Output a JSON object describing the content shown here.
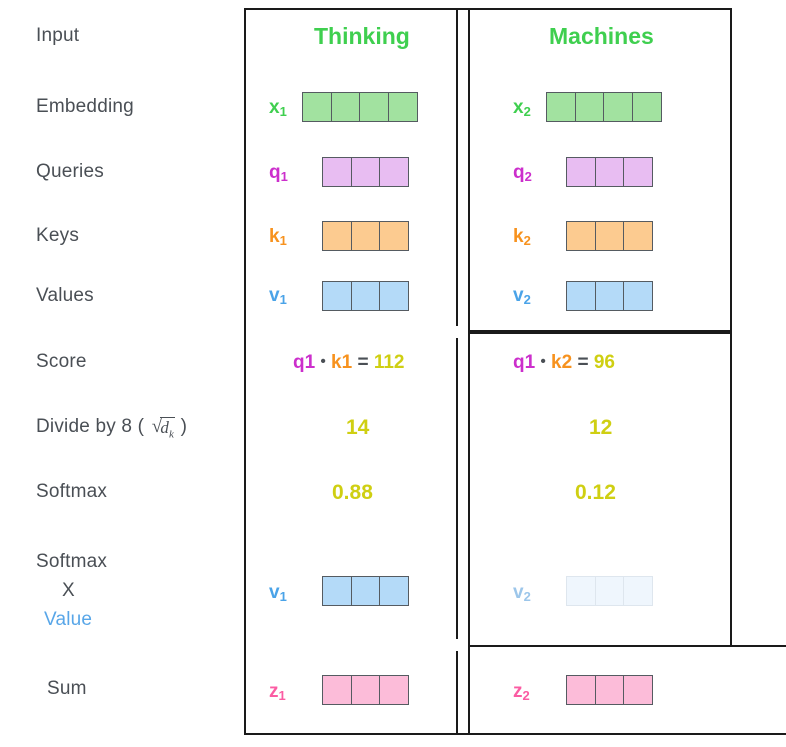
{
  "diagram": {
    "title": "self-attention-calculation",
    "columns": [
      {
        "word": "Thinking"
      },
      {
        "word": "Machines"
      }
    ],
    "rows": [
      {
        "key": "input",
        "label": "Input"
      },
      {
        "key": "embedding",
        "label": "Embedding"
      },
      {
        "key": "queries",
        "label": "Queries"
      },
      {
        "key": "keys",
        "label": "Keys"
      },
      {
        "key": "values",
        "label": "Values"
      },
      {
        "key": "score",
        "label": "Score"
      },
      {
        "key": "divide",
        "label": "Divide by 8 ("
      },
      {
        "key": "softmax",
        "label": "Softmax"
      },
      {
        "key": "softmax_value",
        "label": "Softmax"
      },
      {
        "key": "sum",
        "label": "Sum"
      }
    ],
    "divide_label": {
      "prefix": "Divide by 8 (",
      "radical": "√",
      "radicand_base": "d",
      "radicand_sub": "k",
      "suffix": ")"
    },
    "softmax_value_label": {
      "line1": "Softmax",
      "line2": "X",
      "line3": "Value"
    },
    "vectors": {
      "x1": {
        "name": "x",
        "index": "1",
        "cells": 4,
        "color": "green"
      },
      "x2": {
        "name": "x",
        "index": "2",
        "cells": 4,
        "color": "green"
      },
      "q1": {
        "name": "q",
        "index": "1",
        "cells": 3,
        "color": "purple"
      },
      "q2": {
        "name": "q",
        "index": "2",
        "cells": 3,
        "color": "purple"
      },
      "k1": {
        "name": "k",
        "index": "1",
        "cells": 3,
        "color": "orange"
      },
      "k2": {
        "name": "k",
        "index": "2",
        "cells": 3,
        "color": "orange"
      },
      "v1": {
        "name": "v",
        "index": "1",
        "cells": 3,
        "color": "blue"
      },
      "v2": {
        "name": "v",
        "index": "2",
        "cells": 3,
        "color": "blue"
      },
      "v1_weighted": {
        "name": "v",
        "index": "1",
        "cells": 3,
        "color": "blue"
      },
      "v2_weighted": {
        "name": "v",
        "index": "2",
        "cells": 3,
        "color": "faint"
      },
      "z1": {
        "name": "z",
        "index": "1",
        "cells": 3,
        "color": "pink"
      },
      "z2": {
        "name": "z",
        "index": "2",
        "cells": 3,
        "color": "pink"
      }
    },
    "score_col1": {
      "q": "q",
      "q_idx": "1",
      "dot": "•",
      "k": "k",
      "k_idx": "1",
      "equals": "=",
      "value": "112"
    },
    "score_col2": {
      "q": "q",
      "q_idx": "1",
      "dot": "•",
      "k": "k",
      "k_idx": "2",
      "equals": "=",
      "value": "96"
    },
    "divide_values": {
      "col1": "14",
      "col2": "12"
    },
    "softmax_values": {
      "col1": "0.88",
      "col2": "0.12"
    },
    "colors": {
      "green": "#3fcf4f",
      "purple": "#cc2fcc",
      "orange": "#f7921e",
      "blue": "#4aa3e8",
      "pink": "#fb5ca3",
      "olive": "#cfcf12",
      "label_gray": "#4a4f55",
      "cell_border": "#555b61",
      "outline": "#1a1a1a"
    }
  }
}
